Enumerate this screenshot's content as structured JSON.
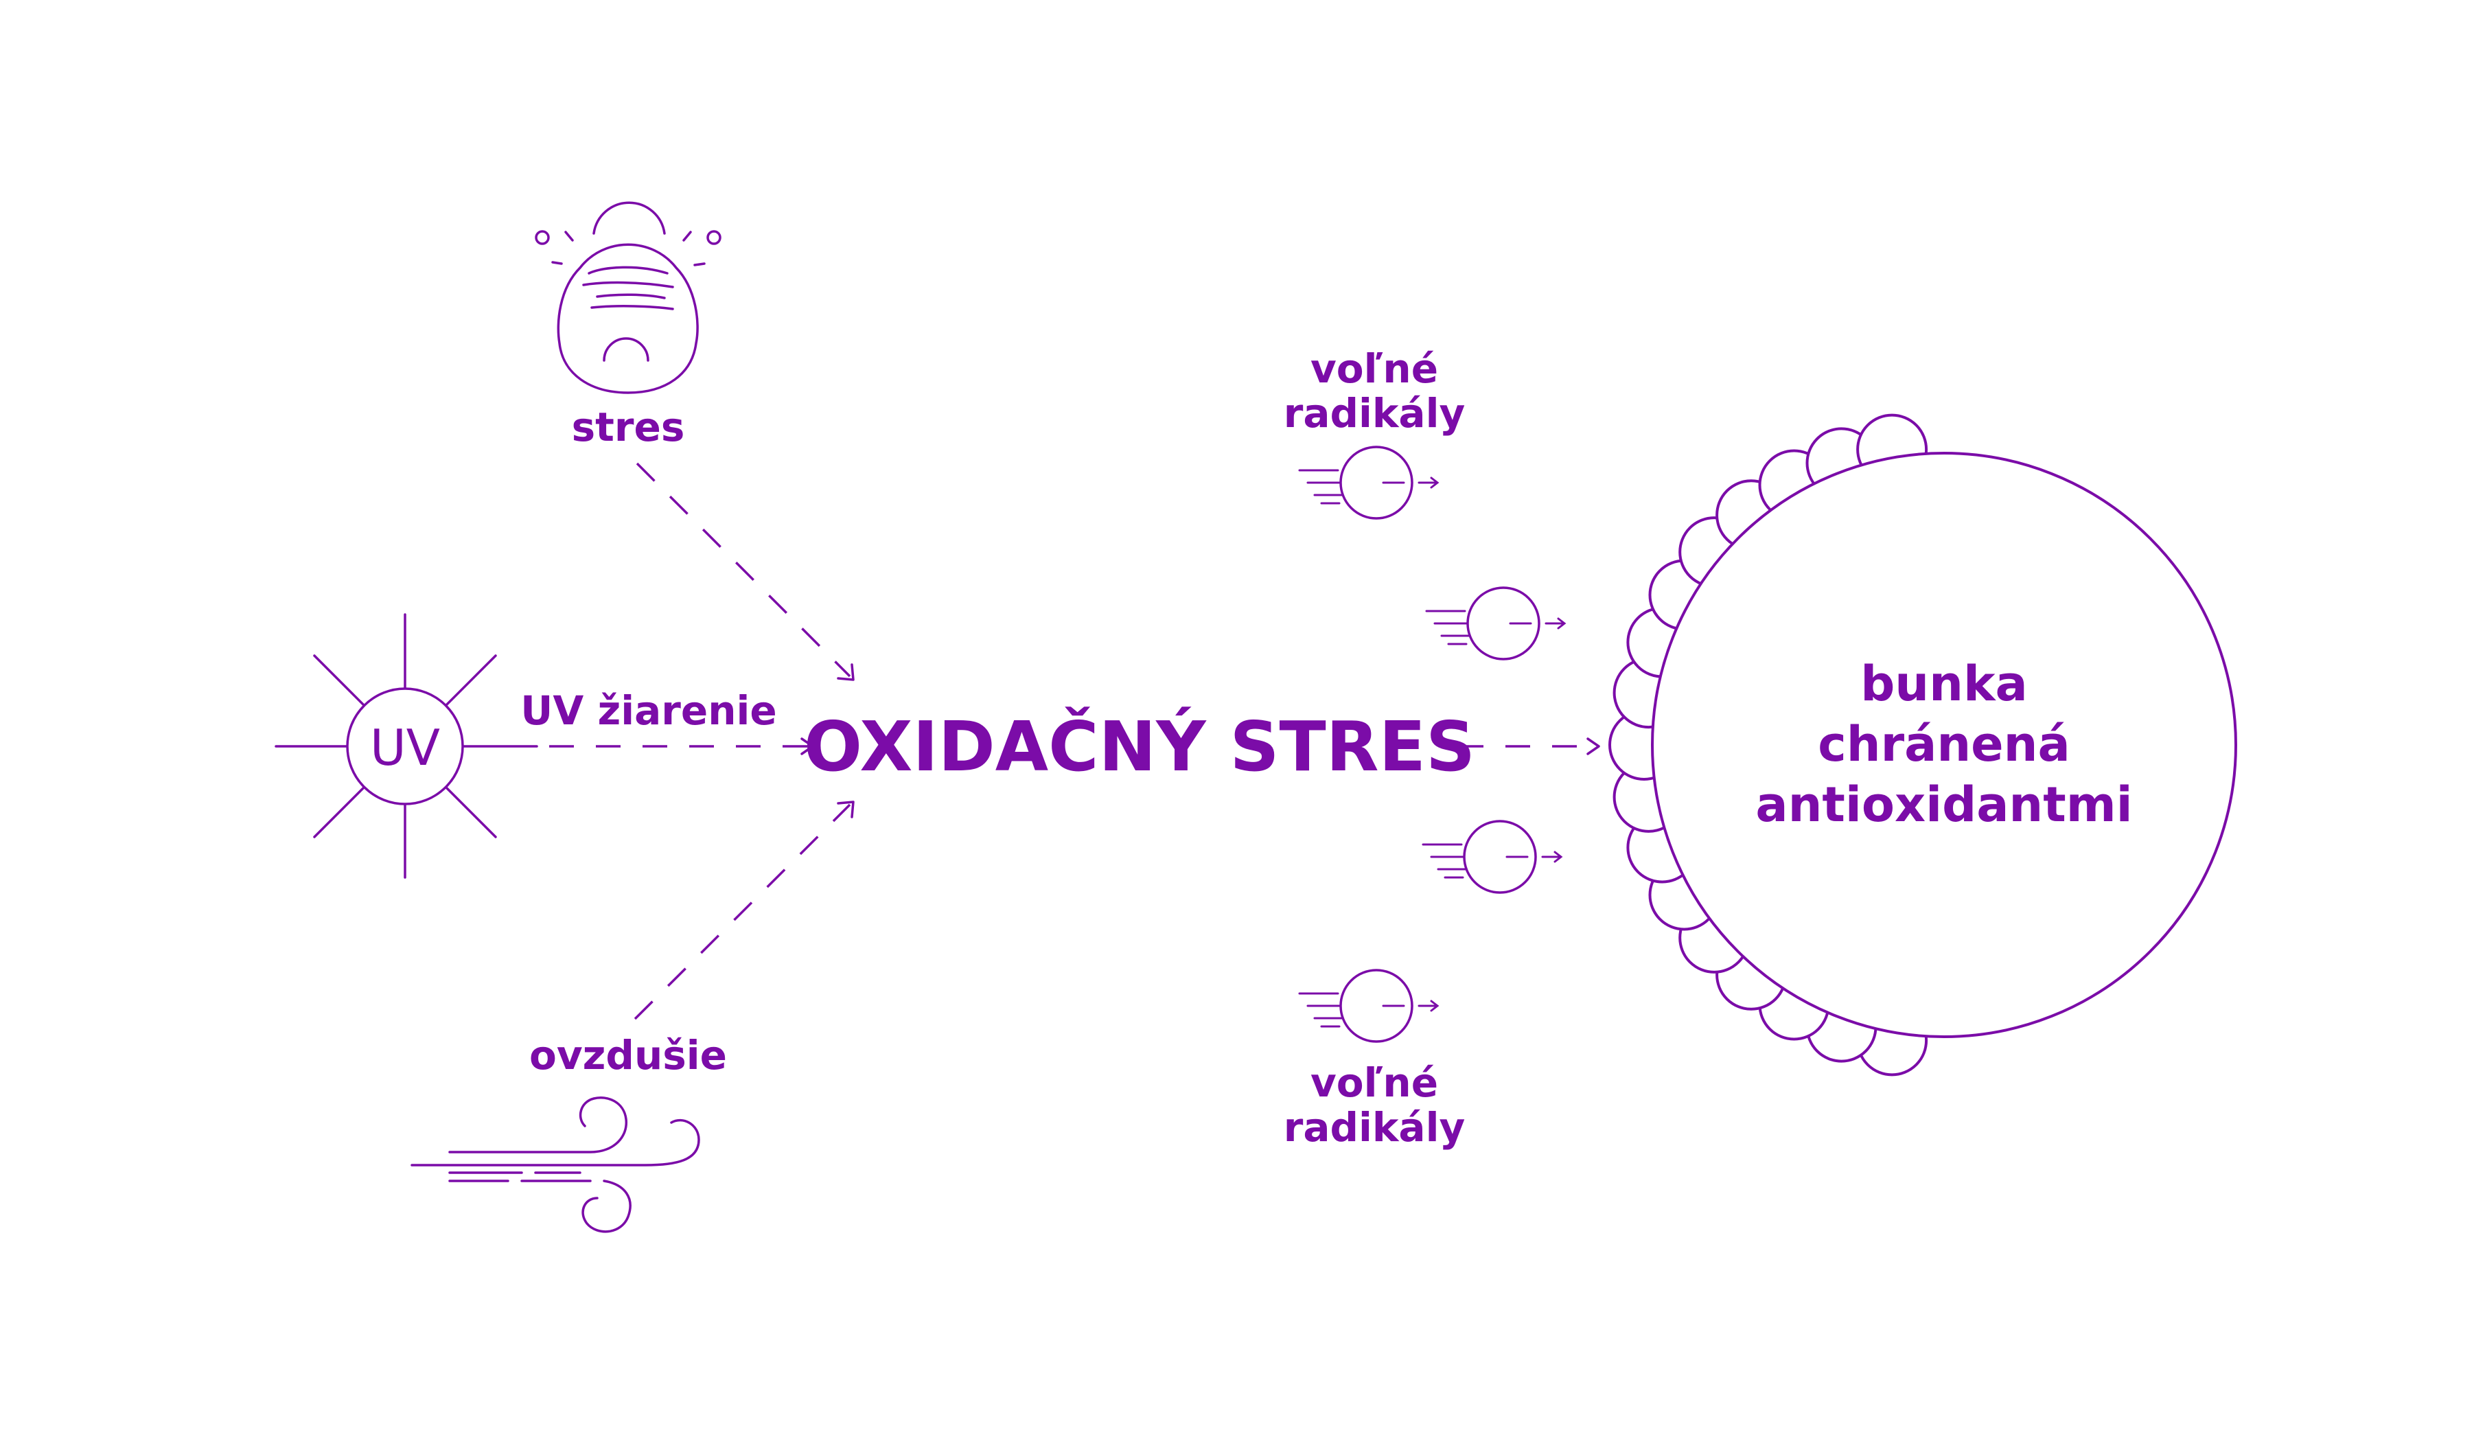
{
  "center": {
    "label": "OXIDAČNÝ STRES"
  },
  "sources": {
    "stress": {
      "label": "stres",
      "icon": "stressed-face-icon"
    },
    "uv": {
      "label": "UV žiarenie",
      "icon_text": "UV",
      "icon": "sun-icon"
    },
    "air": {
      "label": "ovzdušie",
      "icon": "wind-icon"
    }
  },
  "radicals": {
    "top_label_line1": "voľné",
    "top_label_line2": "radikály",
    "bottom_label_line1": "voľné",
    "bottom_label_line2": "radikály",
    "icon": "free-radical-icon"
  },
  "cell": {
    "line1": "bunka",
    "line2": "chránená",
    "line3": "antioxidantmi",
    "icon": "protected-cell-icon"
  },
  "colors": {
    "accent": "#7B0CA8",
    "background": "#FFFFFF"
  }
}
